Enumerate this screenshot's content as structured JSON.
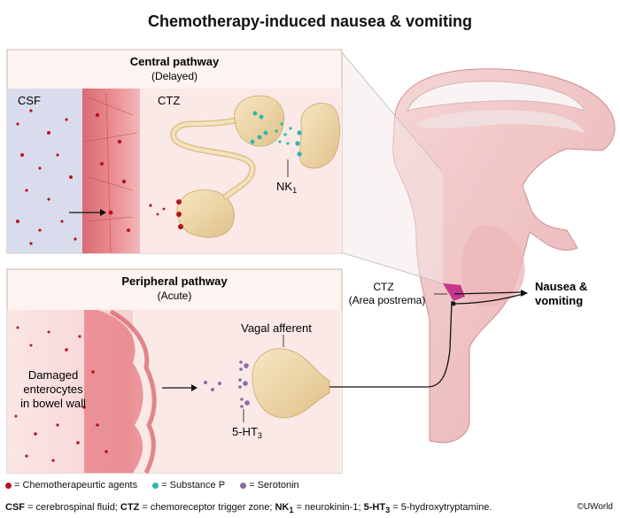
{
  "title": "Chemotherapy-induced nausea & vomiting",
  "central": {
    "heading": "Central pathway",
    "subheading": "(Delayed)",
    "csf_label": "CSF",
    "ctz_label": "CTZ",
    "receptor_label": "NK",
    "receptor_sub": "1"
  },
  "peripheral": {
    "heading": "Peripheral pathway",
    "subheading": "(Acute)",
    "damaged_line1": "Damaged",
    "damaged_line2": "enterocytes",
    "damaged_line3": "in bowel wall",
    "vagal_label": "Vagal afferent",
    "receptor_label": "5-HT",
    "receptor_sub": "3"
  },
  "brain": {
    "ctz_label": "CTZ",
    "ctz_sub_label": "(Area postrema)",
    "outcome_line1": "Nausea &",
    "outcome_line2": "vomiting"
  },
  "legend": {
    "chemo": "= Chemotherapeurtic agents",
    "substance_p": "= Substance P",
    "serotonin": "= Serotonin",
    "colors": {
      "chemo": "#b8141c",
      "substance_p": "#2fb5b0",
      "serotonin": "#8a6aa8"
    }
  },
  "footer": {
    "csf_abbr": "CSF",
    "csf_def": " = cerebrospinal fluid; ",
    "ctz_abbr": "CTZ",
    "ctz_def": " = chemoreceptor trigger zone; ",
    "nk_abbr": "NK",
    "nk_sub": "1",
    "nk_def": " = neurokinin-1; ",
    "ht_abbr": "5-HT",
    "ht_sub": "3",
    "ht_def": " = 5-hydroxytryptamine."
  },
  "copyright": "©UWorld"
}
